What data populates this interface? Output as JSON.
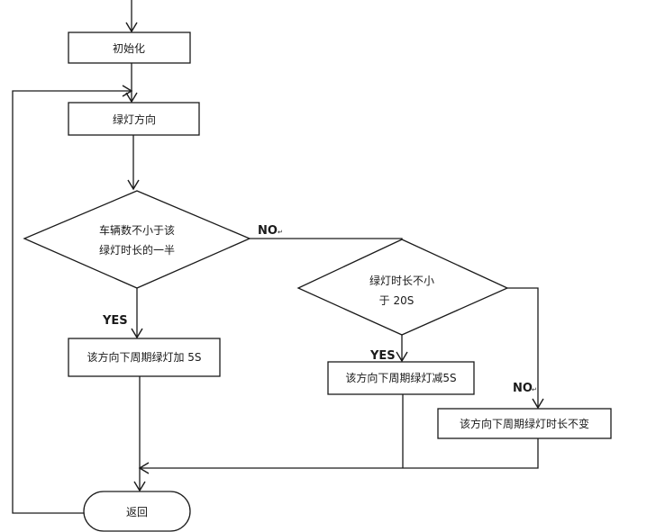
{
  "nodes": {
    "init": "初始化",
    "green_dir": "绿灯方向",
    "decision1_line1": "车辆数不小于该",
    "decision1_line2": "绿灯时长的一半",
    "decision2_line1": "绿灯时长不小",
    "decision2_line2": "于 20S",
    "plus5": "该方向下周期绿灯加 5S",
    "minus5": "该方向下周期绿灯减5S",
    "unchanged": "该方向下周期绿灯时长不变",
    "return": "返回"
  },
  "labels": {
    "no1": "NO",
    "no1_suffix": "↵",
    "yes1": "YES",
    "yes2": "YES",
    "no2": "NO",
    "no2_suffix": "↵"
  }
}
